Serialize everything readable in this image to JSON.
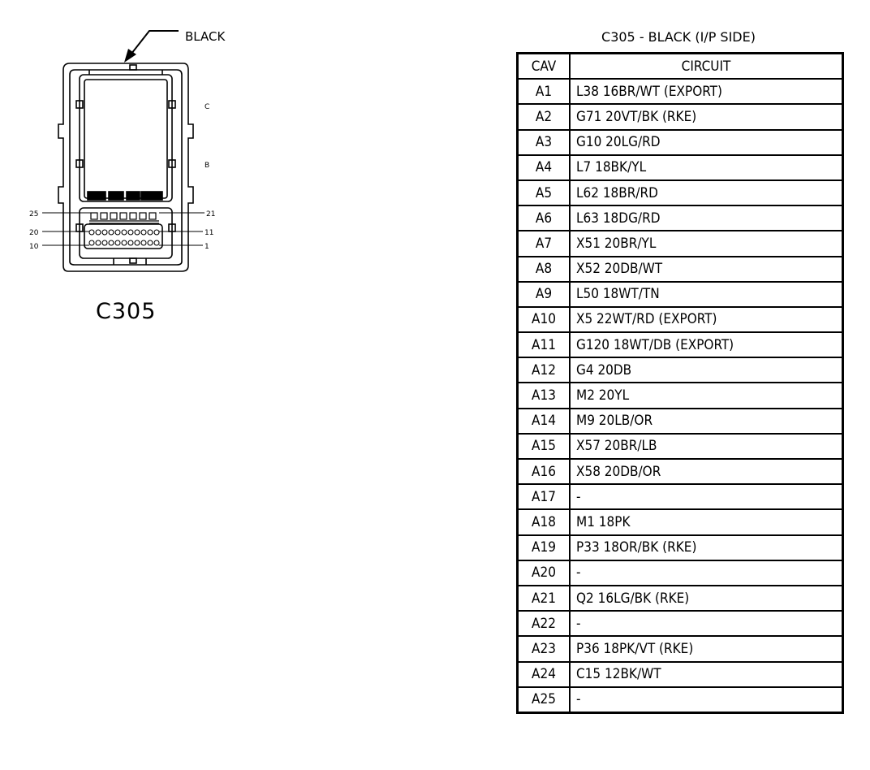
{
  "connector": {
    "callout_label": "BLACK",
    "name": "C305",
    "side_labels": [
      "C",
      "B"
    ],
    "pin_labels": {
      "top_left": "25",
      "mid_left": "20",
      "bottom_left": "10",
      "top_right": "21",
      "mid_right": "11",
      "bottom_right": "1"
    }
  },
  "table": {
    "title": "C305 - BLACK (I/P SIDE)",
    "header": {
      "cav": "CAV",
      "circuit": "CIRCUIT"
    },
    "rows": [
      {
        "cav": "A1",
        "circuit": "L38  16BR/WT  (EXPORT)"
      },
      {
        "cav": "A2",
        "circuit": "G71  20VT/BK  (RKE)"
      },
      {
        "cav": "A3",
        "circuit": "G10  20LG/RD"
      },
      {
        "cav": "A4",
        "circuit": "L7  18BK/YL"
      },
      {
        "cav": "A5",
        "circuit": "L62  18BR/RD"
      },
      {
        "cav": "A6",
        "circuit": "L63  18DG/RD"
      },
      {
        "cav": "A7",
        "circuit": "X51  20BR/YL"
      },
      {
        "cav": "A8",
        "circuit": "X52  20DB/WT"
      },
      {
        "cav": "A9",
        "circuit": "L50  18WT/TN"
      },
      {
        "cav": "A10",
        "circuit": "X5  22WT/RD  (EXPORT)"
      },
      {
        "cav": "A11",
        "circuit": "G120  18WT/DB  (EXPORT)"
      },
      {
        "cav": "A12",
        "circuit": "G4  20DB"
      },
      {
        "cav": "A13",
        "circuit": "M2  20YL"
      },
      {
        "cav": "A14",
        "circuit": "M9  20LB/OR"
      },
      {
        "cav": "A15",
        "circuit": "X57  20BR/LB"
      },
      {
        "cav": "A16",
        "circuit": "X58  20DB/OR"
      },
      {
        "cav": "A17",
        "circuit": "-"
      },
      {
        "cav": "A18",
        "circuit": "M1  18PK"
      },
      {
        "cav": "A19",
        "circuit": "P33  18OR/BK  (RKE)"
      },
      {
        "cav": "A20",
        "circuit": "-"
      },
      {
        "cav": "A21",
        "circuit": "Q2  16LG/BK  (RKE)"
      },
      {
        "cav": "A22",
        "circuit": "-"
      },
      {
        "cav": "A23",
        "circuit": "P36  18PK/VT  (RKE)"
      },
      {
        "cav": "A24",
        "circuit": "C15  12BK/WT"
      },
      {
        "cav": "A25",
        "circuit": "-"
      }
    ]
  }
}
